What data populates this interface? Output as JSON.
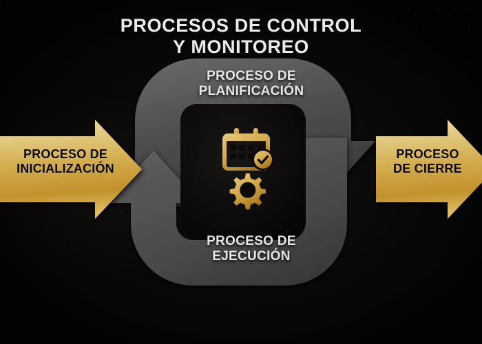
{
  "diagram": {
    "title_line1": "PROCESOS DE CONTROL",
    "title_line2": "Y MONITOREO",
    "type": "cycle-process-diagram",
    "background_color": "#050404",
    "colors": {
      "gold_light": "#eddc9a",
      "gold_mid": "#d5ae4e",
      "gold_deep": "#b8871f",
      "gray_arrow_light": "#5a5a5a",
      "gray_arrow_dark": "#3a3a3a",
      "label_light": "#e6e4e4",
      "label_dark": "#090808"
    },
    "input_arrow": {
      "line1": "PROCESO DE",
      "line2": "INICIALIZACIÓN",
      "direction": "right",
      "style": "gold"
    },
    "output_arrow": {
      "line1": "PROCESO",
      "line2": "DE CIERRE",
      "direction": "right",
      "style": "gold"
    },
    "cycle": {
      "top": {
        "line1": "PROCESO DE",
        "line2": "PLANIFICACIÓN",
        "arrow_direction": "down-right"
      },
      "bottom": {
        "line1": "PROCESO DE",
        "line2": "EJECUCIÓN",
        "arrow_direction": "up-left"
      }
    },
    "center_icons": [
      {
        "name": "calendar-check-icon",
        "color": "#d8b055"
      },
      {
        "name": "gear-icon",
        "color": "#d8b055"
      }
    ]
  }
}
